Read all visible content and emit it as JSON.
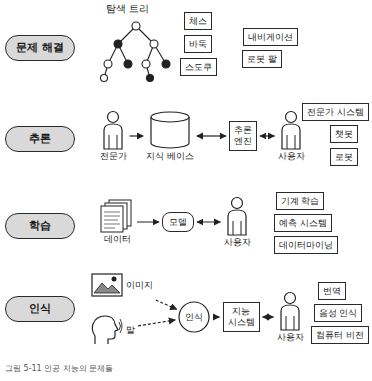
{
  "diagram": {
    "caption": "그림 5-11 인공 지능의 문제들",
    "nodes": [
      {
        "text": [
          "문제 해결"
        ]
      },
      {
        "text": [
          "체스"
        ]
      },
      {
        "text": [
          "바둑"
        ]
      },
      {
        "text": [
          "스도쿠"
        ]
      },
      {
        "text": [
          "내비게이션"
        ]
      },
      {
        "text": [
          "로봇 팔"
        ]
      },
      {
        "text": [
          "추론"
        ]
      },
      {
        "text": [
          "전문가"
        ]
      },
      {
        "text": [
          "지식 베이스"
        ]
      },
      {
        "text": [
          "추론 엔진"
        ]
      },
      {
        "text": [
          "사용자"
        ]
      },
      {
        "text": [
          "전문가 시스템"
        ]
      },
      {
        "text": [
          "챗봇"
        ]
      },
      {
        "text": [
          "로봇"
        ]
      },
      {
        "text": [
          "학습"
        ]
      },
      {
        "text": [
          "데이터"
        ]
      },
      {
        "text": [
          "모델"
        ]
      },
      {
        "text": [
          "사용자"
        ]
      },
      {
        "text": [
          "기계 학습"
        ]
      },
      {
        "text": [
          "예측 시스템"
        ]
      },
      {
        "text": [
          "데이터마이닝"
        ]
      },
      {
        "text": [
          "인식"
        ]
      },
      {
        "text": [
          "이미지"
        ]
      },
      {
        "text": [
          "말"
        ]
      },
      {
        "text": [
          "인식"
        ]
      },
      {
        "text": [
          "지능 시스템"
        ]
      },
      {
        "text": [
          "사용자"
        ]
      },
      {
        "text": [
          "번역"
        ]
      },
      {
        "text": [
          "음성 인식"
        ]
      },
      {
        "text": [
          "컴퓨터 비전"
        ]
      }
    ],
    "edges": [
      {
        "from": 7,
        "to": 8,
        "arrow": "to"
      },
      {
        "from": 8,
        "to": 9,
        "arrow": "both"
      },
      {
        "from": 9,
        "to": 10,
        "arrow": "both"
      },
      {
        "from": 15,
        "to": 16,
        "arrow": "to"
      },
      {
        "from": 16,
        "to": 17,
        "arrow": "both"
      },
      {
        "from": 22,
        "to": 24,
        "arrow": "to"
      },
      {
        "from": 23,
        "to": 24,
        "arrow": "to"
      },
      {
        "from": 24,
        "to": 25,
        "arrow": "to"
      },
      {
        "from": 25,
        "to": 26,
        "arrow": "both"
      }
    ],
    "labels": [
      "탐색 트리"
    ]
  }
}
